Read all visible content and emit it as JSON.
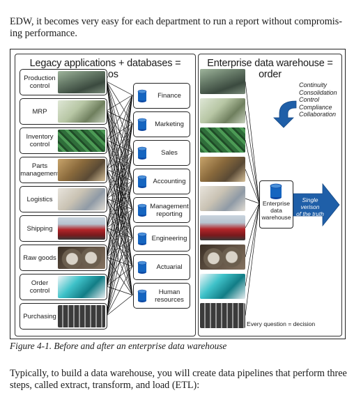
{
  "intro_text": "EDW, it becomes very easy for each department to run a report without compromis-ing performance.",
  "figure": {
    "left_panel_title": "Legacy applications + databases = chaos",
    "right_panel_title": "Enterprise data warehouse = order",
    "applications": [
      {
        "label": "Production\ncontrol",
        "photo": "factory-floor"
      },
      {
        "label": "MRP",
        "photo": "computer-desk"
      },
      {
        "label": "Inventory\ncontrol",
        "photo": "circuit-boards"
      },
      {
        "label": "Parts\nmanagement",
        "photo": "warehouse-boxes"
      },
      {
        "label": "Logistics",
        "photo": "route-map"
      },
      {
        "label": "Shipping",
        "photo": "red-trucks"
      },
      {
        "label": "Raw goods",
        "photo": "steel-coils"
      },
      {
        "label": "Order\ncontrol",
        "photo": "laptop-screen"
      },
      {
        "label": "Purchasing",
        "photo": "keyboard"
      }
    ],
    "departments": [
      {
        "label": "Finance"
      },
      {
        "label": "Marketing"
      },
      {
        "label": "Sales"
      },
      {
        "label": "Accounting"
      },
      {
        "label": "Management\nreporting"
      },
      {
        "label": "Engineering"
      },
      {
        "label": "Actuarial"
      },
      {
        "label": "Human\nresources"
      }
    ],
    "benefits": [
      "Continuity",
      "Consolidation",
      "Control",
      "Compliance",
      "Collaboration"
    ],
    "edw_label": "Enterprise\ndata\nwarehouse",
    "arrow_text": "Single verison\nof the truth",
    "bottom_note": "Every question = decision",
    "colors": {
      "database_blue": "#1565c0",
      "arrow_blue": "#1f5fa8",
      "arrow_light": "#4a90d9",
      "panel_border": "#333333"
    }
  },
  "caption": "Figure 4-1. Before and after an enterprise data warehouse",
  "outro_text": "Typically, to build a data warehouse, you will create data pipelines that perform three steps, called extract, transform, and load (ETL):"
}
